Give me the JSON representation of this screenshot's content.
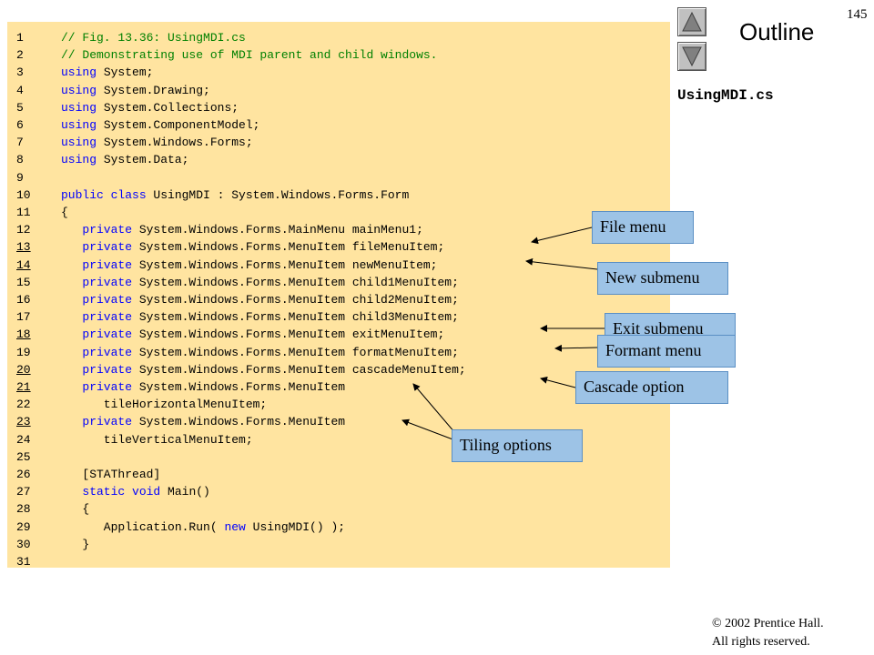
{
  "page_number": "145",
  "outline": {
    "title": "Outline",
    "file_name": "UsingMDI.cs"
  },
  "navigation": {
    "up_icon": "triangle-up-icon",
    "down_icon": "triangle-down-icon"
  },
  "code": {
    "lines": [
      {
        "n": "1",
        "link": false,
        "segs": [
          [
            "cm",
            "// Fig. 13.36: UsingMDI.cs"
          ]
        ]
      },
      {
        "n": "2",
        "link": false,
        "segs": [
          [
            "cm",
            "// Demonstrating use of MDI parent and child windows."
          ]
        ]
      },
      {
        "n": "3",
        "link": false,
        "segs": [
          [
            "kw",
            "using"
          ],
          [
            "pl",
            " System;"
          ]
        ]
      },
      {
        "n": "4",
        "link": false,
        "segs": [
          [
            "kw",
            "using"
          ],
          [
            "pl",
            " System.Drawing;"
          ]
        ]
      },
      {
        "n": "5",
        "link": false,
        "segs": [
          [
            "kw",
            "using"
          ],
          [
            "pl",
            " System.Collections;"
          ]
        ]
      },
      {
        "n": "6",
        "link": false,
        "segs": [
          [
            "kw",
            "using"
          ],
          [
            "pl",
            " System.ComponentModel;"
          ]
        ]
      },
      {
        "n": "7",
        "link": false,
        "segs": [
          [
            "kw",
            "using"
          ],
          [
            "pl",
            " System.Windows.Forms;"
          ]
        ]
      },
      {
        "n": "8",
        "link": false,
        "segs": [
          [
            "kw",
            "using"
          ],
          [
            "pl",
            " System.Data;"
          ]
        ]
      },
      {
        "n": "9",
        "link": false,
        "segs": []
      },
      {
        "n": "10",
        "link": false,
        "segs": [
          [
            "kw",
            "public class"
          ],
          [
            "pl",
            " UsingMDI : System.Windows.Forms.Form"
          ]
        ]
      },
      {
        "n": "11",
        "link": false,
        "segs": [
          [
            "pl",
            "{"
          ]
        ]
      },
      {
        "n": "12",
        "link": false,
        "segs": [
          [
            "pl",
            "   "
          ],
          [
            "kw",
            "private"
          ],
          [
            "pl",
            " System.Windows.Forms.MainMenu mainMenu1;"
          ]
        ]
      },
      {
        "n": "13",
        "link": true,
        "segs": [
          [
            "pl",
            "   "
          ],
          [
            "kw",
            "private"
          ],
          [
            "pl",
            " System.Windows.Forms.MenuItem fileMenuItem;"
          ]
        ]
      },
      {
        "n": "14",
        "link": true,
        "segs": [
          [
            "pl",
            "   "
          ],
          [
            "kw",
            "private"
          ],
          [
            "pl",
            " System.Windows.Forms.MenuItem newMenuItem;"
          ]
        ]
      },
      {
        "n": "15",
        "link": false,
        "segs": [
          [
            "pl",
            "   "
          ],
          [
            "kw",
            "private"
          ],
          [
            "pl",
            " System.Windows.Forms.MenuItem child1MenuItem;"
          ]
        ]
      },
      {
        "n": "16",
        "link": false,
        "segs": [
          [
            "pl",
            "   "
          ],
          [
            "kw",
            "private"
          ],
          [
            "pl",
            " System.Windows.Forms.MenuItem child2MenuItem;"
          ]
        ]
      },
      {
        "n": "17",
        "link": false,
        "segs": [
          [
            "pl",
            "   "
          ],
          [
            "kw",
            "private"
          ],
          [
            "pl",
            " System.Windows.Forms.MenuItem child3MenuItem;"
          ]
        ]
      },
      {
        "n": "18",
        "link": true,
        "segs": [
          [
            "pl",
            "   "
          ],
          [
            "kw",
            "private"
          ],
          [
            "pl",
            " System.Windows.Forms.MenuItem exitMenuItem;"
          ]
        ]
      },
      {
        "n": "19",
        "link": false,
        "segs": [
          [
            "pl",
            "   "
          ],
          [
            "kw",
            "private"
          ],
          [
            "pl",
            " System.Windows.Forms.MenuItem formatMenuItem;"
          ]
        ]
      },
      {
        "n": "20",
        "link": true,
        "segs": [
          [
            "pl",
            "   "
          ],
          [
            "kw",
            "private"
          ],
          [
            "pl",
            " System.Windows.Forms.MenuItem cascadeMenuItem;"
          ]
        ]
      },
      {
        "n": "21",
        "link": true,
        "segs": [
          [
            "pl",
            "   "
          ],
          [
            "kw",
            "private"
          ],
          [
            "pl",
            " System.Windows.Forms.MenuItem"
          ]
        ]
      },
      {
        "n": "22",
        "link": false,
        "segs": [
          [
            "pl",
            "      tileHorizontalMenuItem;"
          ]
        ]
      },
      {
        "n": "23",
        "link": true,
        "segs": [
          [
            "pl",
            "   "
          ],
          [
            "kw",
            "private"
          ],
          [
            "pl",
            " System.Windows.Forms.MenuItem"
          ]
        ]
      },
      {
        "n": "24",
        "link": false,
        "segs": [
          [
            "pl",
            "      tileVerticalMenuItem;"
          ]
        ]
      },
      {
        "n": "25",
        "link": false,
        "segs": []
      },
      {
        "n": "26",
        "link": false,
        "segs": [
          [
            "pl",
            "   [STAThread]"
          ]
        ]
      },
      {
        "n": "27",
        "link": false,
        "segs": [
          [
            "pl",
            "   "
          ],
          [
            "kw",
            "static void"
          ],
          [
            "pl",
            " Main()"
          ]
        ]
      },
      {
        "n": "28",
        "link": false,
        "segs": [
          [
            "pl",
            "   {"
          ]
        ]
      },
      {
        "n": "29",
        "link": false,
        "segs": [
          [
            "pl",
            "      Application.Run( "
          ],
          [
            "kw",
            "new"
          ],
          [
            "pl",
            " UsingMDI() );"
          ]
        ]
      },
      {
        "n": "30",
        "link": false,
        "segs": [
          [
            "pl",
            "   }"
          ]
        ]
      },
      {
        "n": "31",
        "link": false,
        "segs": []
      }
    ]
  },
  "callouts": {
    "file_menu": "File menu",
    "new_submenu": "New submenu",
    "exit_submenu": "Exit submenu",
    "format_menu": "Formant menu",
    "cascade_option": "Cascade option",
    "tiling_options": "Tiling options"
  },
  "copyright": {
    "line1": "© 2002 Prentice Hall.",
    "line2": "All rights reserved."
  },
  "colors": {
    "code_background": "#ffe4a0",
    "comment": "#008000",
    "keyword": "#0000ff",
    "callout_fill": "#9dc3e6"
  }
}
